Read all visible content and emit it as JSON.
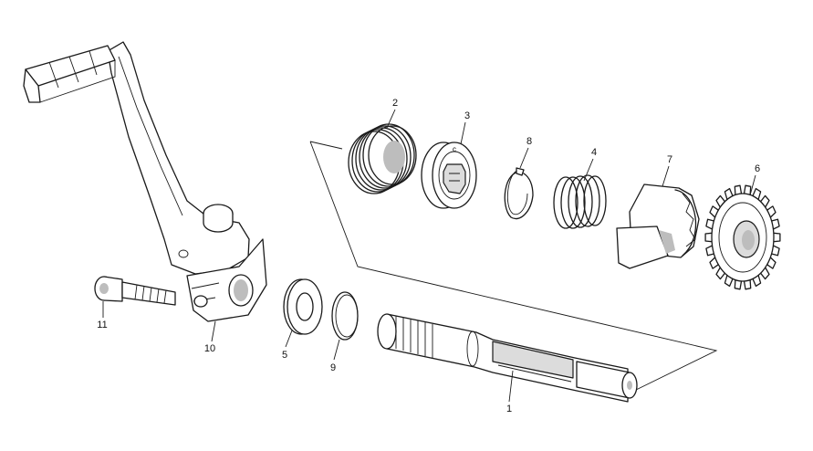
{
  "diagram": {
    "parts": [
      {
        "id": "1",
        "label": "1"
      },
      {
        "id": "2",
        "label": "2"
      },
      {
        "id": "3",
        "label": "3"
      },
      {
        "id": "4",
        "label": "4"
      },
      {
        "id": "5",
        "label": "5"
      },
      {
        "id": "6",
        "label": "6"
      },
      {
        "id": "7",
        "label": "7"
      },
      {
        "id": "8",
        "label": "8"
      },
      {
        "id": "9",
        "label": "9"
      },
      {
        "id": "10",
        "label": "10"
      },
      {
        "id": "11",
        "label": "11"
      }
    ],
    "colors": {
      "line": "#1a1a1a",
      "fill": "#ffffff",
      "shade": "#bdbdbd",
      "background": "#ffffff"
    }
  }
}
